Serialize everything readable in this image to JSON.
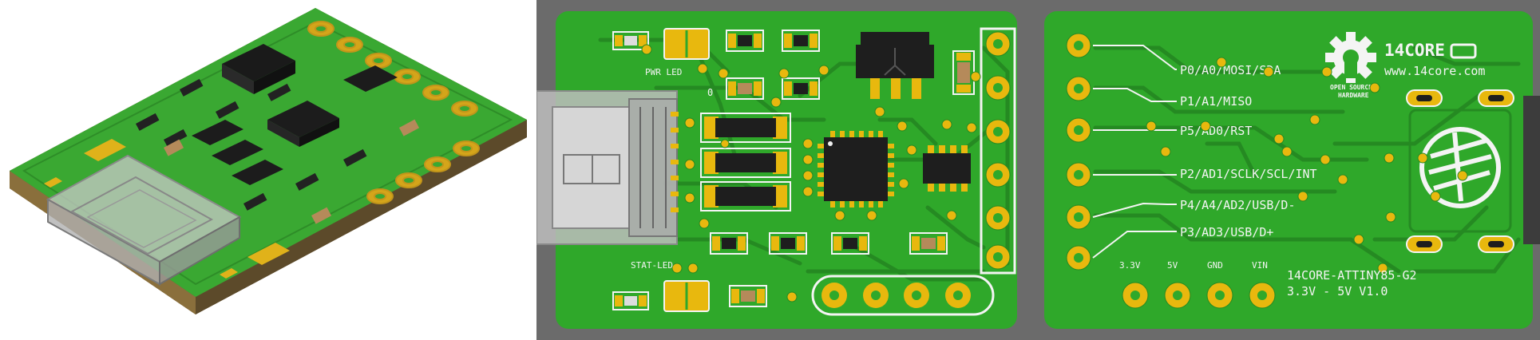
{
  "images": {
    "left": {
      "alt": "isometric-3d-pcb-render"
    },
    "middle": {
      "alt": "pcb-front-top-view"
    },
    "right": {
      "alt": "pcb-back-top-view"
    }
  },
  "front_labels": {
    "pwr_led": "PWR LED",
    "stat_led": "STAT-LED",
    "zero": "0"
  },
  "back_labels": {
    "pins": [
      "P0/A0/MOSI/SDA",
      "P1/A1/MISO",
      "P5/AD0/RST",
      "P2/AD1/SCLK/SCL/INT",
      "P4/A4/AD2/USB/D-",
      "P3/AD3/USB/D+"
    ],
    "power": [
      "3.3V",
      "5V",
      "GND",
      "VIN"
    ],
    "brand": "14CORE",
    "url": "www.14core.com",
    "osh_line1": "OPEN SOURCE",
    "osh_line2": "HARDWARE",
    "model": "14CORE-ATTINY85-G2",
    "voltage": "3.3V - 5V V1.0"
  },
  "colors": {
    "pcb_green": "#2fa82a",
    "pcb_dark": "#258a22",
    "copper": "#e8b80e",
    "silkscreen": "#f4f4f4",
    "ic_black": "#1e1e1e",
    "background_gray": "#6b6b6b"
  }
}
